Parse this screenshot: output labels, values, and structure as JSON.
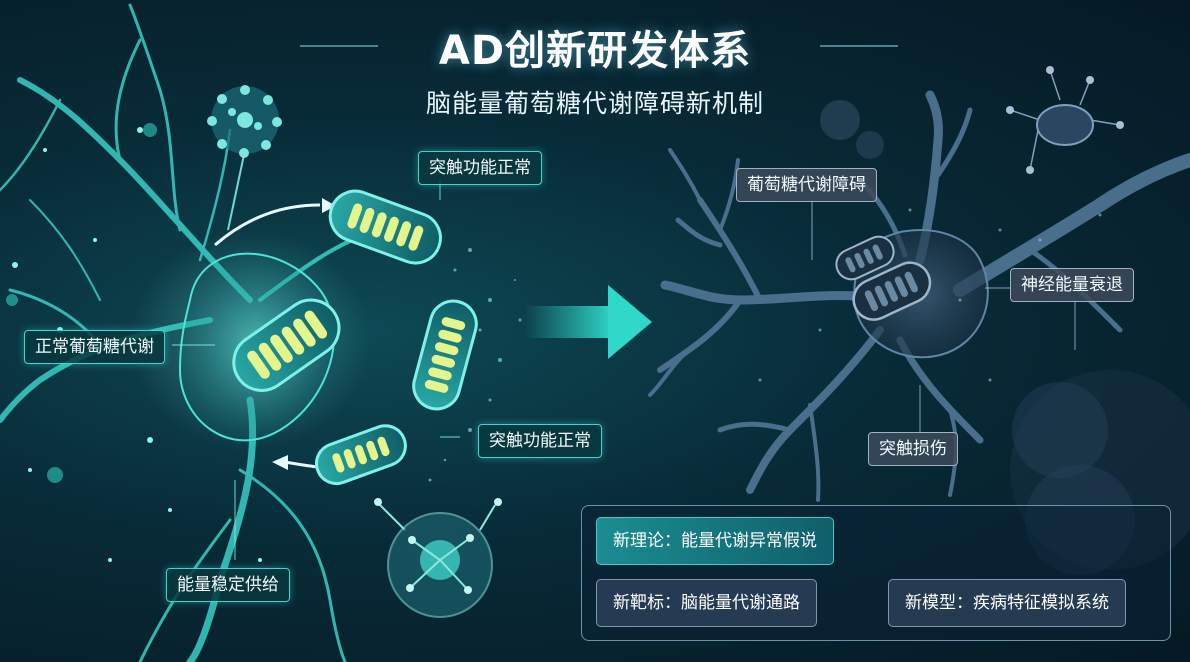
{
  "header": {
    "title": "AD创新研发体系",
    "subtitle": "脑能量葡萄糖代谢障碍新机制"
  },
  "healthy": {
    "label_synapse_top": "突触功能正常",
    "label_synapse_bottom": "突触功能正常",
    "label_metabolism": "正常葡萄糖代谢",
    "label_supply": "能量稳定供给"
  },
  "impaired": {
    "label_glucose": "葡萄糖代谢障碍",
    "label_energy": "神经能量衰退",
    "label_synapse": "突触损伤"
  },
  "innovations": {
    "theory": "新理论：能量代谢异常假说",
    "target": "新靶标：脑能量代谢通路",
    "model": "新模型：疾病特征模拟系统"
  },
  "colors": {
    "healthy_accent": "#3fd6d0",
    "impaired_accent": "#9fb2c4",
    "arrow": "#2fd8c8"
  }
}
